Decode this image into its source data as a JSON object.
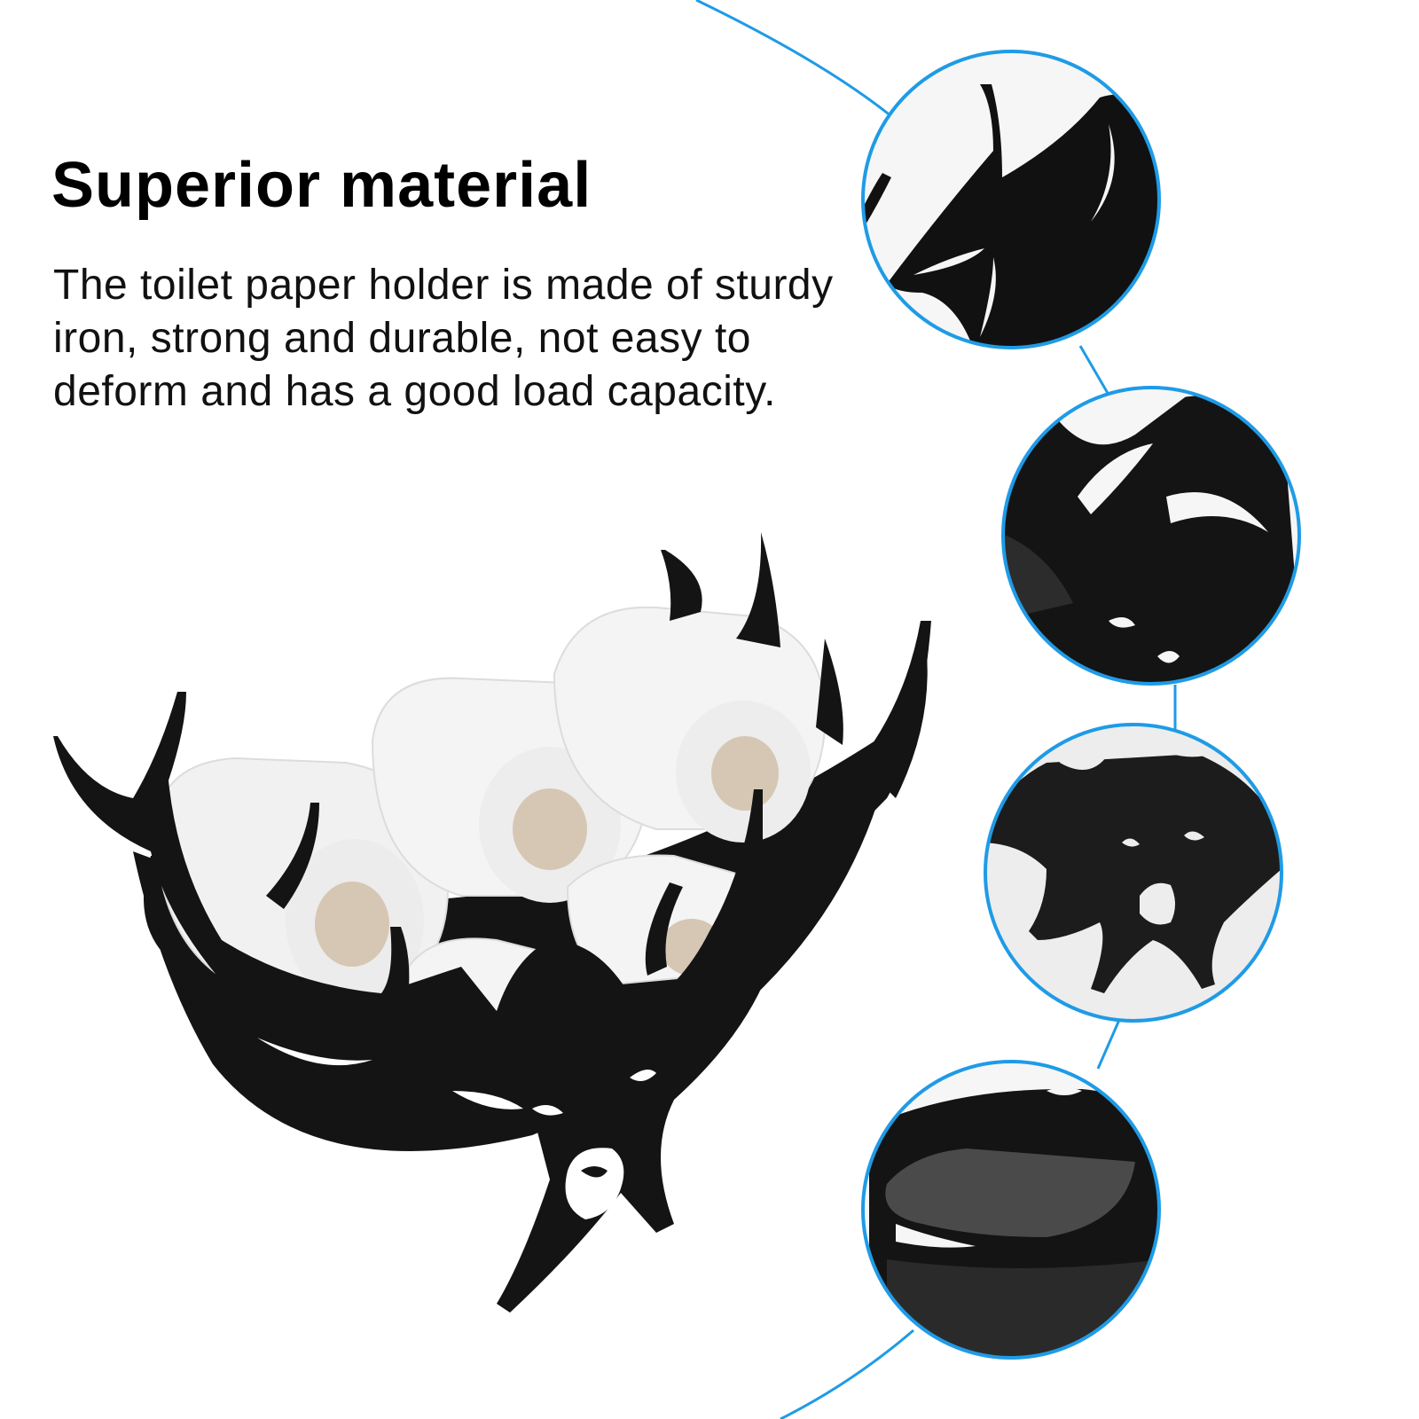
{
  "headline": "Superior material",
  "description": "The toilet paper holder is made of sturdy iron, strong and durable, not easy to deform and has a good load capacity.",
  "colors": {
    "accent_line": "#1f9be6",
    "iron": "#141414",
    "paper": "#f1f1f1",
    "core": "#d6c7b4"
  },
  "icons": [
    "antler-holder-image",
    "detail-closeup-antler-tip",
    "detail-closeup-antler-branch",
    "detail-closeup-deer-face",
    "detail-closeup-basin-edge"
  ]
}
